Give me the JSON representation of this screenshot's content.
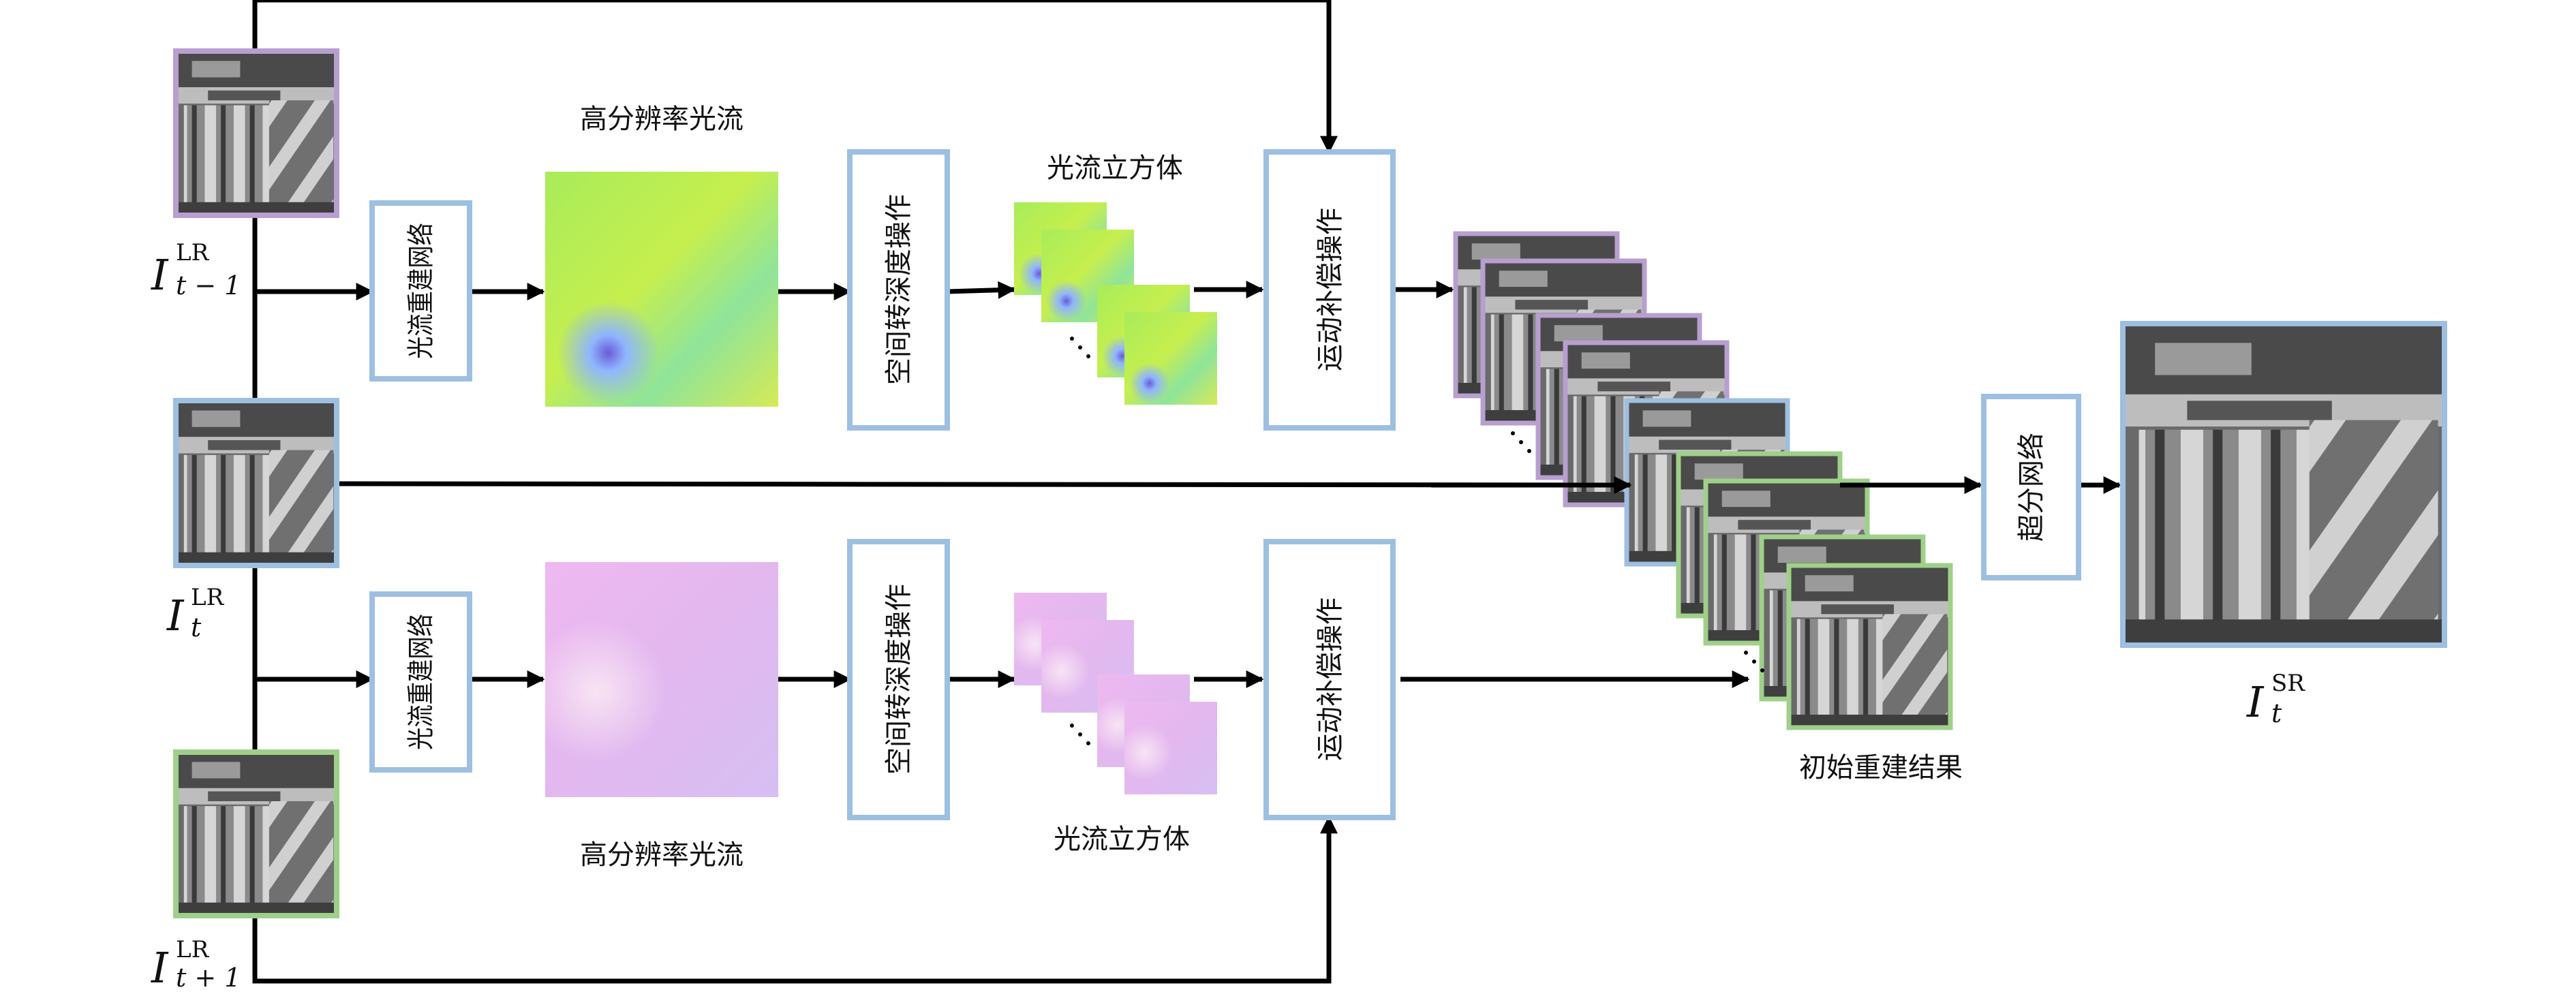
{
  "labels": {
    "flow_net": "光流重建网络",
    "hr_flow": "高分辨率光流",
    "s2d": "空间转深度操作",
    "flow_cube": "光流立方体",
    "motion_comp": "运动补偿操作",
    "sr_net": "超分网络",
    "init_result": "初始重建结果"
  },
  "math": {
    "I": "I",
    "LR": "LR",
    "SR": "SR",
    "t": "t",
    "t_minus_1": "t − 1",
    "t_plus_1": "t + 1"
  },
  "colors": {
    "purple_border": "#b79fcf",
    "blue_border": "#9dbfe0",
    "green_border": "#9fd08a",
    "arrow": "#000000"
  },
  "icons": {
    "frame": "grayscale-billboard-image",
    "flow_green": "green-flow-field-image",
    "flow_pink": "pink-flow-field-image"
  }
}
